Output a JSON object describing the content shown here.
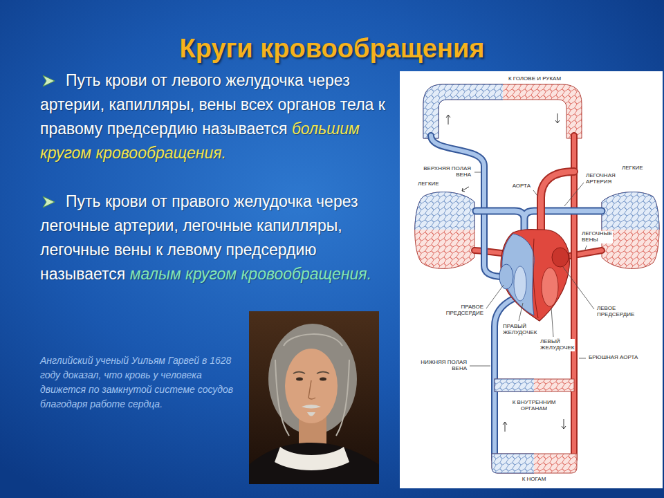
{
  "diagram": {
    "title": "Круги кровообращения",
    "caption": "Английский ученый Уильям Гарвей в 1628 году доказал, что кровь у человека движется по замкнутой системе сосудов благодаря работе сердца.",
    "labels": [
      "Путь крови от левого желудочка через артерии, капилляры, вены всех органов тела к правому предсердию называется",
      "большим кругом кровообращения.",
      "Путь крови от правого желудочка через легочные артерии, легочные капилляры, легочные вены к левому предсердию называется",
      "малым кругом кровообращения.",
      "К ГОЛОВЕ И РУКАМ",
      "ВЕРХНЯЯ ПОЛАЯ ВЕНА",
      "ЛЕГКИЕ",
      "АОРТА",
      "ЛЕГОЧНАЯ АРТЕРИЯ",
      "ЛЕГКИЕ",
      "ЛЕГОЧНЫЕ ВЕНЫ",
      "ПРАВОЕ ПРЕДСЕРДИЕ",
      "ЛЕВОЕ ПРЕДСЕРДИЕ",
      "ПРАВЫЙ ЖЕЛУДОЧЕК",
      "ЛЕВЫЙ ЖЕЛУДОЧЕК",
      "БРЮШНАЯ АОРТА",
      "НИЖНЯЯ ПОЛАЯ ВЕНА",
      "К ВНУТРЕННИМ ОРГАНАМ",
      "К НОГАМ"
    ]
  }
}
